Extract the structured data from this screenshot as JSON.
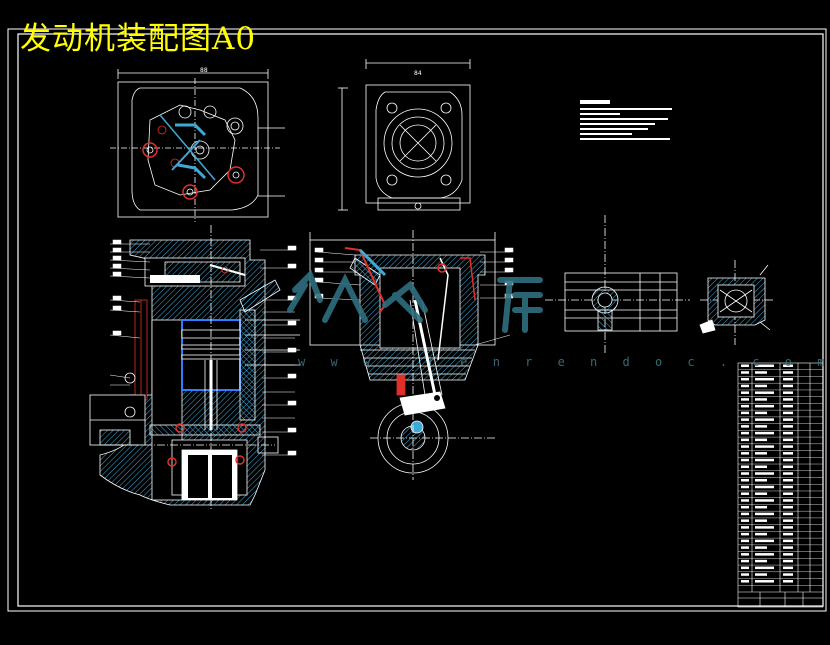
{
  "title": "发动机装配图A0",
  "watermark": {
    "glyphs": "人人文库",
    "url": "w w w . r e n r e n d o c . c o m"
  },
  "colors": {
    "background": "#000000",
    "frame": "#ffffff",
    "title": "#ffff00",
    "hatch": "#3fa9d6",
    "accent_red": "#e0302a",
    "outline_blue": "#2e7dff",
    "dim_line": "#8fb8ff",
    "watermark": "#2f6f80"
  }
}
